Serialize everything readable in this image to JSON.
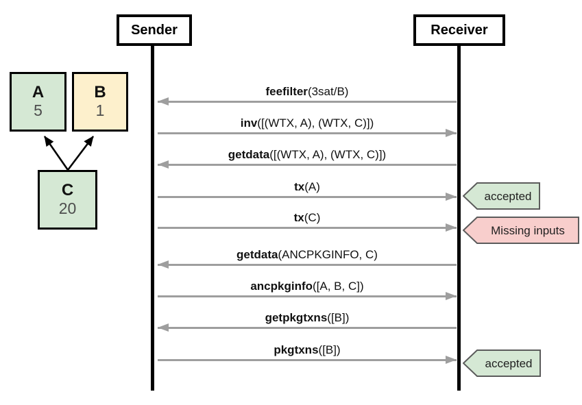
{
  "sequence": {
    "participants": [
      {
        "label": "Sender"
      },
      {
        "label": "Receiver"
      }
    ],
    "messages": [
      {
        "name": "feefilter",
        "args": "(3sat/B)",
        "direction": "left"
      },
      {
        "name": "inv",
        "args": "([(WTX, A), (WTX, C)])",
        "direction": "right"
      },
      {
        "name": "getdata",
        "args": "([(WTX, A), (WTX, C)])",
        "direction": "left"
      },
      {
        "name": "tx",
        "args": "(A)",
        "direction": "right",
        "annotation": {
          "text": "accepted",
          "type": "success"
        }
      },
      {
        "name": "tx",
        "args": "(C)",
        "direction": "right",
        "annotation": {
          "text": "Missing inputs",
          "type": "error"
        }
      },
      {
        "name": "getdata",
        "args": "(ANCPKGINFO, C)",
        "direction": "left"
      },
      {
        "name": "ancpkginfo",
        "args": "([A, B, C])",
        "direction": "right"
      },
      {
        "name": "getpkgtxns",
        "args": "([B])",
        "direction": "left"
      },
      {
        "name": "pkgtxns",
        "args": "([B])",
        "direction": "right",
        "annotation": {
          "text": "accepted",
          "type": "success"
        }
      }
    ]
  },
  "graph": {
    "nodes": [
      {
        "label": "A",
        "value": "5",
        "fill": "#d5e8d4"
      },
      {
        "label": "B",
        "value": "1",
        "fill": "#fdf0cc"
      },
      {
        "label": "C",
        "value": "20",
        "fill": "#d5e8d4"
      }
    ],
    "edges": [
      {
        "from": "C",
        "to": "A"
      },
      {
        "from": "C",
        "to": "B"
      }
    ]
  },
  "colors": {
    "node_green": "#d5e8d4",
    "node_yellow": "#fdf0cc",
    "badge_success": "#d5e8d4",
    "badge_error": "#f8cecc",
    "badge_border": "#5b5b5b",
    "arrow_gray": "#9e9e9e",
    "lifeline_black": "#000000"
  }
}
